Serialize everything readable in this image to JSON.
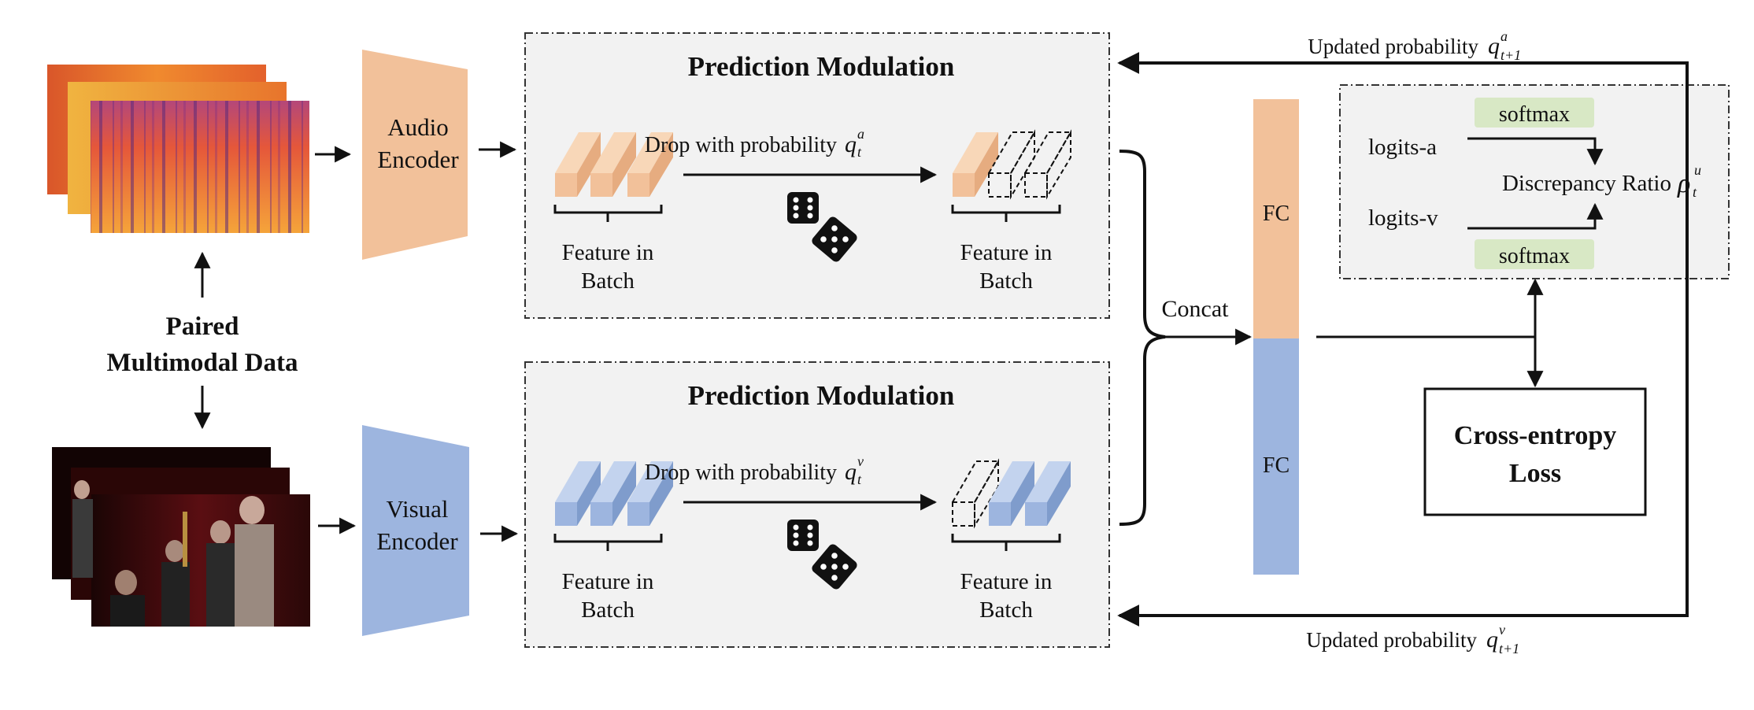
{
  "left": {
    "paired_line1": "Paired",
    "paired_line2": "Multimodal Data"
  },
  "encoders": {
    "audio_line1": "Audio",
    "audio_line2": "Encoder",
    "visual_line1": "Visual",
    "visual_line2": "Encoder"
  },
  "modulation": {
    "title_top": "Prediction Modulation",
    "title_bottom": "Prediction Modulation",
    "drop_text": "Drop with probability",
    "q_sym": "q",
    "q_sub": "t",
    "q_sup_audio": "a",
    "q_sup_visual": "v",
    "feature_line1": "Feature in",
    "feature_line2": "Batch"
  },
  "fusion": {
    "concat": "Concat",
    "fc_top": "FC",
    "fc_bottom": "FC"
  },
  "discrepancy": {
    "logits_a": "logits-a",
    "logits_v": "logits-v",
    "softmax_top": "softmax",
    "softmax_bottom": "softmax",
    "ratio_text": "Discrepancy Ratio",
    "rho_sym": "ρ",
    "rho_sub": "t",
    "rho_sup": "u"
  },
  "loss": {
    "line1": "Cross-entropy",
    "line2": "Loss"
  },
  "updates": {
    "text": "Updated probability",
    "q_sym": "q",
    "q_sub": "t+1",
    "sup_audio": "a",
    "sup_visual": "v"
  },
  "colors": {
    "audio": "#f2c19a",
    "visual": "#9db5df",
    "panel_bg": "#f2f2f2",
    "softmax_bg": "#d8e8c5"
  }
}
